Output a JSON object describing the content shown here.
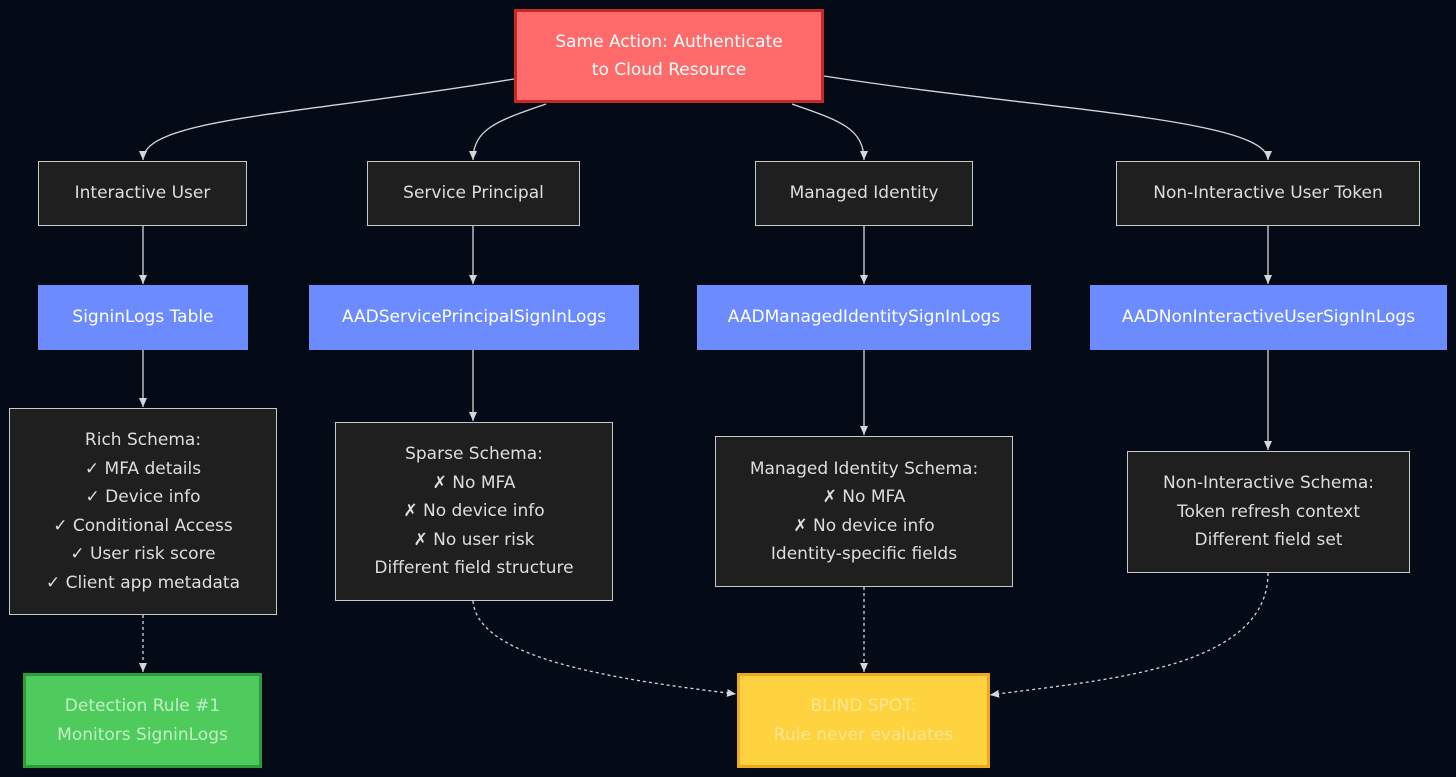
{
  "diagram": {
    "root": {
      "lines": [
        "Same Action: Authenticate",
        "to Cloud Resource"
      ],
      "color": "#ff6b6b"
    },
    "identities": [
      {
        "label": "Interactive User"
      },
      {
        "label": "Service Principal"
      },
      {
        "label": "Managed Identity"
      },
      {
        "label": "Non-Interactive User Token"
      }
    ],
    "tables": [
      {
        "label": "SigninLogs Table"
      },
      {
        "label": "AADServicePrincipalSignInLogs"
      },
      {
        "label": "AADManagedIdentitySignInLogs"
      },
      {
        "label": "AADNonInteractiveUserSignInLogs"
      }
    ],
    "table_color": "#6b8bff",
    "schemas": [
      {
        "lines": [
          "Rich Schema:",
          "✓ MFA details",
          "✓ Device info",
          "✓ Conditional Access",
          "✓ User risk score",
          "✓ Client app metadata"
        ]
      },
      {
        "lines": [
          "Sparse Schema:",
          "✗ No MFA",
          "✗ No device info",
          "✗ No user risk",
          "Different field structure"
        ]
      },
      {
        "lines": [
          "Managed Identity Schema:",
          "✗ No MFA",
          "✗ No device info",
          "Identity-specific fields"
        ]
      },
      {
        "lines": [
          "Non-Interactive Schema:",
          "Token refresh context",
          "Different field set"
        ]
      }
    ],
    "detection_rule": {
      "lines": [
        "Detection Rule #1",
        "Monitors SigninLogs"
      ],
      "color": "#4fcb5e"
    },
    "blind_spot": {
      "lines": [
        "BLIND SPOT:",
        "Rule never evaluates"
      ],
      "color": "#ffd23f"
    }
  }
}
